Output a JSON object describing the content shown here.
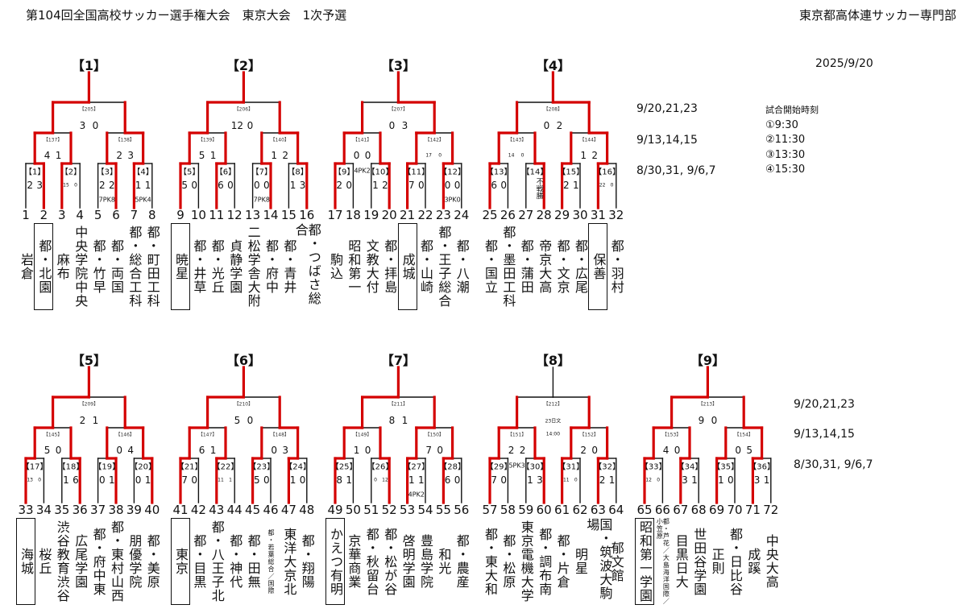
{
  "header": {
    "title": "第104回全国高校サッカー選手権大会　東京大会　1次予選",
    "organizer": "東京都高体連サッカー専門部",
    "date": "2025/9/20"
  },
  "round_dates": {
    "final": "9/20,21,23",
    "second": "9/13,14,15",
    "first": "8/30,31, 9/6,7"
  },
  "start_times": {
    "label": "試合開始時刻",
    "times": [
      "①9:30",
      "②11:30",
      "③13:30",
      "④15:30"
    ]
  },
  "colors": {
    "winner_line": "#d40000",
    "line": "#111111"
  },
  "blocks": [
    {
      "label": "【1】",
      "teams": [
        {
          "no": "1",
          "name": "岩倉"
        },
        {
          "no": "2",
          "name": "都・北園"
        },
        {
          "no": "3",
          "name": "麻布"
        },
        {
          "no": "4",
          "name": "中央学院中央"
        },
        {
          "no": "5",
          "name": "都・竹早"
        },
        {
          "no": "6",
          "name": "都・両国"
        },
        {
          "no": "7",
          "name": "都・総合工科"
        },
        {
          "no": "8",
          "name": "都・町田工科"
        }
      ],
      "r1": [
        {
          "id": "【1】",
          "s": [
            2,
            3
          ],
          "winner": 1
        },
        {
          "id": "【2】",
          "s": [
            15,
            0
          ],
          "winner": 0,
          "tiny": true
        },
        {
          "id": "【3】",
          "s": [
            2,
            2
          ],
          "pk": "7PK8",
          "winner": 1
        },
        {
          "id": "【4】",
          "s": [
            1,
            1
          ],
          "pk": "5PK4",
          "winner": 0
        }
      ],
      "r2": [
        {
          "id": "【137】",
          "s": [
            4,
            1
          ],
          "winner": 0
        },
        {
          "id": "【138】",
          "s": [
            2,
            3
          ],
          "winner": 1
        }
      ],
      "final": {
        "id": "【205】",
        "s": [
          3,
          0
        ],
        "winner": 0
      }
    },
    {
      "label": "【2】",
      "teams": [
        {
          "no": "9",
          "name": "暁星"
        },
        {
          "no": "10",
          "name": "都・井草"
        },
        {
          "no": "11",
          "name": "都・光丘"
        },
        {
          "no": "12",
          "name": "貞静学園"
        },
        {
          "no": "13",
          "name": "二松学舎大附"
        },
        {
          "no": "14",
          "name": "都・府中"
        },
        {
          "no": "15",
          "name": "都・青井"
        },
        {
          "no": "16",
          "name": "都・つばさ総合"
        }
      ],
      "r1": [
        {
          "id": "【5】",
          "s": [
            5,
            0
          ],
          "winner": 0
        },
        {
          "id": "【6】",
          "s": [
            6,
            0
          ],
          "winner": 0
        },
        {
          "id": "【7】",
          "s": [
            0,
            0
          ],
          "pk": "7PK8",
          "winner": 1
        },
        {
          "id": "【8】",
          "s": [
            1,
            3
          ],
          "winner": 1
        }
      ],
      "r2": [
        {
          "id": "【139】",
          "s": [
            5,
            1
          ],
          "winner": 0
        },
        {
          "id": "【140】",
          "s": [
            1,
            2
          ],
          "winner": 1
        }
      ],
      "final": {
        "id": "【206】",
        "s": [
          12,
          0
        ],
        "winner": 0
      }
    },
    {
      "label": "【3】",
      "teams": [
        {
          "no": "17",
          "name": "駒込"
        },
        {
          "no": "18",
          "name": "昭和第一"
        },
        {
          "no": "19",
          "name": "文教大付"
        },
        {
          "no": "20",
          "name": "都・拝島"
        },
        {
          "no": "21",
          "name": "成城"
        },
        {
          "no": "22",
          "name": "都・山崎"
        },
        {
          "no": "23",
          "name": "都・王子総合"
        },
        {
          "no": "24",
          "name": "都・八潮"
        }
      ],
      "r1": [
        {
          "id": "【9】",
          "s": [
            2,
            0
          ],
          "winner": 0
        },
        {
          "id": "【10】",
          "s": [
            1,
            2
          ],
          "winner": 1
        },
        {
          "id": "【11】",
          "s": [
            7,
            0
          ],
          "winner": 0
        },
        {
          "id": "【12】",
          "s": [
            0,
            0
          ],
          "pk": "3PK0",
          "winner": 0
        }
      ],
      "r2": [
        {
          "id": "【141】",
          "s": [
            0,
            0
          ],
          "pk": "4PK2",
          "winner": 0
        },
        {
          "id": "【142】",
          "s": [
            17,
            0
          ],
          "winner": 0,
          "tiny": true
        }
      ],
      "final": {
        "id": "【207】",
        "s": [
          0,
          3
        ],
        "winner": 1
      }
    },
    {
      "label": "【4】",
      "teams": [
        {
          "no": "25",
          "name": "都・国立"
        },
        {
          "no": "26",
          "name": "都・墨田工科"
        },
        {
          "no": "27",
          "name": "都・蒲田"
        },
        {
          "no": "28",
          "name": "帝京大高"
        },
        {
          "no": "29",
          "name": "都・文京"
        },
        {
          "no": "30",
          "name": "都・広尾"
        },
        {
          "no": "31",
          "name": "保善"
        },
        {
          "no": "32",
          "name": "都・羽村"
        }
      ],
      "r1": [
        {
          "id": "【13】",
          "s": [
            6,
            0
          ],
          "winner": 0
        },
        {
          "id": "【14】",
          "note": "不戦勝",
          "winner": 1
        },
        {
          "id": "【15】",
          "s": [
            2,
            1
          ],
          "winner": 0
        },
        {
          "id": "【16】",
          "s": [
            22,
            0
          ],
          "winner": 0,
          "tiny": true
        }
      ],
      "r2": [
        {
          "id": "【143】",
          "s": [
            14,
            0
          ],
          "winner": 0,
          "tiny": true
        },
        {
          "id": "【144】",
          "s": [
            1,
            2
          ],
          "winner": 1
        }
      ],
      "final": {
        "id": "【208】",
        "s": [
          0,
          2
        ],
        "winner": 1
      }
    },
    {
      "label": "【5】",
      "teams": [
        {
          "no": "33",
          "name": "海城"
        },
        {
          "no": "34",
          "name": "桜丘"
        },
        {
          "no": "35",
          "name": "渋谷教育渋谷"
        },
        {
          "no": "36",
          "name": "広尾学園"
        },
        {
          "no": "37",
          "name": "都・府中東"
        },
        {
          "no": "38",
          "name": "都・東村山西"
        },
        {
          "no": "39",
          "name": "朋優学院"
        },
        {
          "no": "40",
          "name": "都・美原"
        }
      ],
      "r1": [
        {
          "id": "【17】",
          "s": [
            13,
            0
          ],
          "winner": 0,
          "tiny": true
        },
        {
          "id": "【18】",
          "s": [
            1,
            6
          ],
          "winner": 1
        },
        {
          "id": "【19】",
          "s": [
            0,
            1
          ],
          "winner": 1
        },
        {
          "id": "【20】",
          "s": [
            0,
            1
          ],
          "winner": 1
        }
      ],
      "r2": [
        {
          "id": "【145】",
          "s": [
            5,
            0
          ],
          "winner": 0
        },
        {
          "id": "【146】",
          "s": [
            0,
            4
          ],
          "winner": 1
        }
      ],
      "final": {
        "id": "【209】",
        "s": [
          2,
          1
        ],
        "winner": 0
      }
    },
    {
      "label": "【6】",
      "teams": [
        {
          "no": "41",
          "name": "東京"
        },
        {
          "no": "42",
          "name": "都・目黒"
        },
        {
          "no": "43",
          "name": "都・八王子北"
        },
        {
          "no": "44",
          "name": "都・神代"
        },
        {
          "no": "45",
          "name": "都・田無"
        },
        {
          "no": "46",
          "name": "都・若葉総合／国際"
        },
        {
          "no": "47",
          "name": "東洋大京北"
        },
        {
          "no": "48",
          "name": "都・翔陽"
        }
      ],
      "r1": [
        {
          "id": "【21】",
          "s": [
            7,
            0
          ],
          "winner": 0
        },
        {
          "id": "【22】",
          "s": [
            11,
            1
          ],
          "winner": 0,
          "tiny": true
        },
        {
          "id": "【23】",
          "s": [
            5,
            0
          ],
          "winner": 0
        },
        {
          "id": "【24】",
          "s": [
            1,
            0
          ],
          "winner": 0
        }
      ],
      "r2": [
        {
          "id": "【147】",
          "s": [
            6,
            1
          ],
          "winner": 0
        },
        {
          "id": "【148】",
          "s": [
            0,
            3
          ],
          "winner": 1
        }
      ],
      "final": {
        "id": "【210】",
        "s": [
          5,
          0
        ],
        "winner": 0
      }
    },
    {
      "label": "【7】",
      "teams": [
        {
          "no": "49",
          "name": "かえつ有明"
        },
        {
          "no": "50",
          "name": "京華商業"
        },
        {
          "no": "51",
          "name": "都・秋留台"
        },
        {
          "no": "52",
          "name": "都・松が谷"
        },
        {
          "no": "53",
          "name": "啓明学園"
        },
        {
          "no": "54",
          "name": "豊島学院"
        },
        {
          "no": "55",
          "name": "和光"
        },
        {
          "no": "56",
          "name": "都・農産"
        }
      ],
      "r1": [
        {
          "id": "【25】",
          "s": [
            8,
            1
          ],
          "winner": 0
        },
        {
          "id": "【26】",
          "s": [
            0,
            12
          ],
          "winner": 1,
          "tiny": true
        },
        {
          "id": "【27】",
          "s": [
            1,
            1
          ],
          "pk": "4PK2",
          "winner": 0
        },
        {
          "id": "【28】",
          "s": [
            6,
            0
          ],
          "winner": 0
        }
      ],
      "r2": [
        {
          "id": "【149】",
          "s": [
            1,
            0
          ],
          "winner": 0
        },
        {
          "id": "【150】",
          "s": [
            7,
            0
          ],
          "winner": 0
        }
      ],
      "final": {
        "id": "【211】",
        "s": [
          8,
          1
        ],
        "winner": 0
      }
    },
    {
      "label": "【8】",
      "teams": [
        {
          "no": "57",
          "name": "都・東大和"
        },
        {
          "no": "58",
          "name": "都・松原"
        },
        {
          "no": "59",
          "name": "東京電機大学"
        },
        {
          "no": "60",
          "name": "都・調布南"
        },
        {
          "no": "61",
          "name": "都・片倉"
        },
        {
          "no": "62",
          "name": "明星"
        },
        {
          "no": "63",
          "name": "国・筑波大駒場"
        },
        {
          "no": "64",
          "name": "郁文館"
        }
      ],
      "r1": [
        {
          "id": "【29】",
          "s": [
            7,
            0
          ],
          "winner": 0
        },
        {
          "id": "【30】",
          "s": [
            1,
            3
          ],
          "winner": 1
        },
        {
          "id": "【31】",
          "s": [
            11,
            0
          ],
          "winner": 0,
          "tiny": true
        },
        {
          "id": "【32】",
          "s": [
            2,
            1
          ],
          "winner": 0
        }
      ],
      "r2": [
        {
          "id": "【151】",
          "s": [
            2,
            2
          ],
          "pk": "5PK3",
          "winner": 0
        },
        {
          "id": "【152】",
          "s": [
            2,
            0
          ],
          "winner": 0
        }
      ],
      "final": {
        "id": "【212】",
        "day": "23日文",
        "time": "14:00",
        "winner": null
      }
    },
    {
      "label": "【9】",
      "teams": [
        {
          "no": "65",
          "name": "昭和第一学園"
        },
        {
          "no": "66",
          "name": "都・芦花／大島海洋国際／小笠原"
        },
        {
          "no": "67",
          "name": "目黒日大"
        },
        {
          "no": "68",
          "name": "世田谷学園"
        },
        {
          "no": "69",
          "name": "正則"
        },
        {
          "no": "70",
          "name": "都・日比谷"
        },
        {
          "no": "71",
          "name": "成蹊"
        },
        {
          "no": "72",
          "name": "中央大高"
        }
      ],
      "r1": [
        {
          "id": "【33】",
          "s": [
            12,
            0
          ],
          "winner": 0,
          "tiny": true
        },
        {
          "id": "【34】",
          "s": [
            3,
            1
          ],
          "winner": 0
        },
        {
          "id": "【35】",
          "s": [
            1,
            0
          ],
          "winner": 0
        },
        {
          "id": "【36】",
          "s": [
            3,
            1
          ],
          "winner": 0
        }
      ],
      "r2": [
        {
          "id": "【153】",
          "s": [
            4,
            0
          ],
          "winner": 0
        },
        {
          "id": "【154】",
          "s": [
            0,
            5
          ],
          "winner": 1
        }
      ],
      "final": {
        "id": "【213】",
        "s": [
          9,
          0
        ],
        "winner": 0
      }
    }
  ]
}
